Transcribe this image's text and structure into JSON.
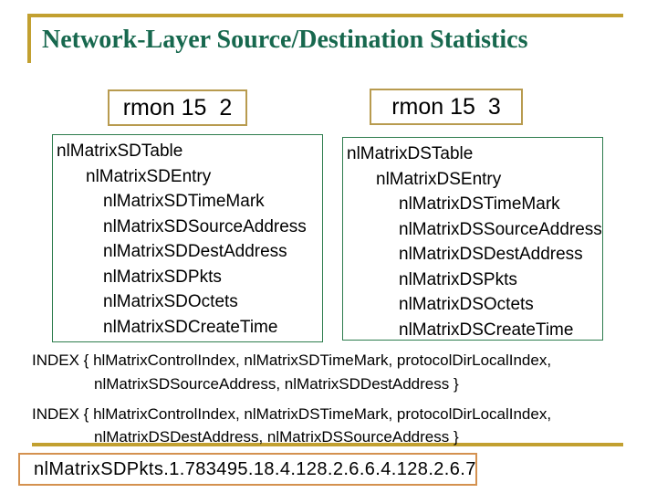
{
  "slide": {
    "title": "Network-Layer Source/Destination Statistics"
  },
  "colors": {
    "title_green": "#17684e",
    "gold_rule": "#c2a030",
    "rmon_box_border": "#b89b4f",
    "panel_border": "#2e7d4e",
    "oid_box_border": "#d4914f",
    "text": "#000000",
    "background": "#ffffff"
  },
  "left_panel": {
    "header": "rmon 15  2",
    "items": [
      {
        "label": "nlMatrixSDTable",
        "indent": 0
      },
      {
        "label": "nlMatrixSDEntry",
        "indent": 1
      },
      {
        "label": "nlMatrixSDTimeMark",
        "indent": 2
      },
      {
        "label": "nlMatrixSDSourceAddress",
        "indent": 2
      },
      {
        "label": "nlMatrixSDDestAddress",
        "indent": 2
      },
      {
        "label": "nlMatrixSDPkts",
        "indent": 2
      },
      {
        "label": "nlMatrixSDOctets",
        "indent": 2
      },
      {
        "label": "nlMatrixSDCreateTime",
        "indent": 2
      }
    ]
  },
  "right_panel": {
    "header": "rmon 15  3",
    "items": [
      {
        "label": "nlMatrixDSTable",
        "indent": 0
      },
      {
        "label": "nlMatrixDSEntry",
        "indent": 1
      },
      {
        "label": "nlMatrixDSTimeMark",
        "indent": 2
      },
      {
        "label": "nlMatrixDSSourceAddress",
        "indent": 2
      },
      {
        "label": "nlMatrixDSDestAddress",
        "indent": 2
      },
      {
        "label": "nlMatrixDSPkts",
        "indent": 2
      },
      {
        "label": "nlMatrixDSOctets",
        "indent": 2
      },
      {
        "label": "nlMatrixDSCreateTime",
        "indent": 2
      }
    ]
  },
  "index_clauses": [
    {
      "line1": "INDEX { hlMatrixControlIndex, nlMatrixSDTimeMark, protocolDirLocalIndex,",
      "line2": "nlMatrixSDSourceAddress, nlMatrixSDDestAddress }"
    },
    {
      "line1": "INDEX { hlMatrixControlIndex, nlMatrixDSTimeMark, protocolDirLocalIndex,",
      "line2": "nlMatrixDSDestAddress, nlMatrixDSSourceAddress }"
    }
  ],
  "oid_example": "nlMatrixSDPkts.1.783495.18.4.128.2.6.6.4.128.2.6.7"
}
